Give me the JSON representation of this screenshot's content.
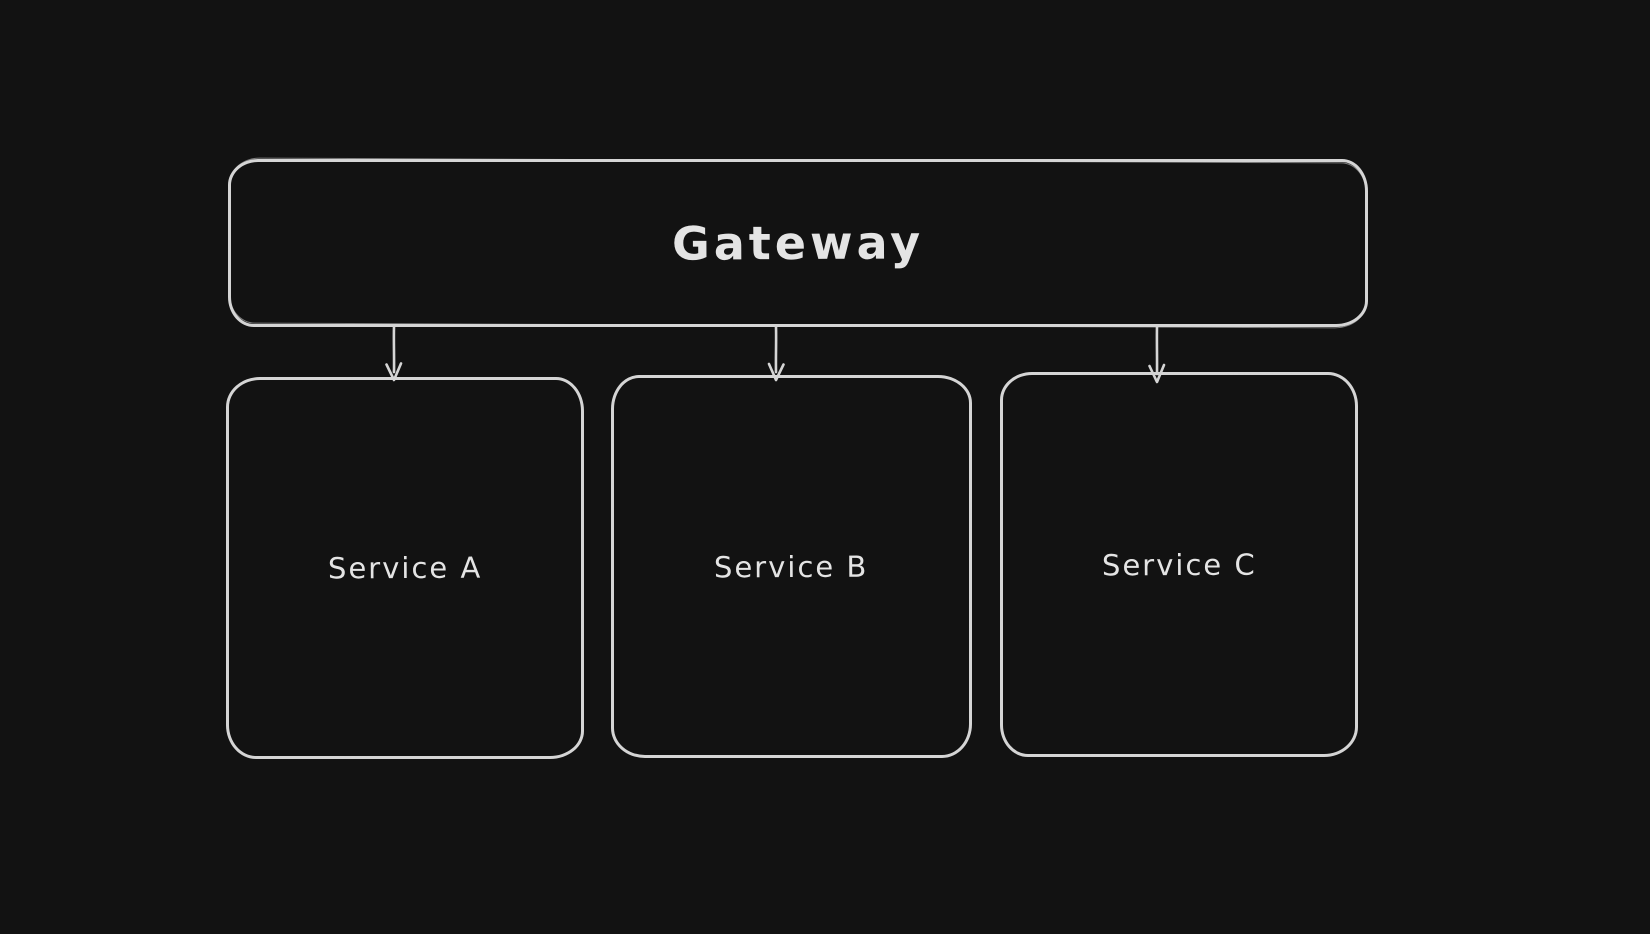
{
  "canvas": {
    "background_color": "#121212",
    "stroke_color": "#d5d5d5",
    "text_color": "#e4e4e4"
  },
  "diagram": {
    "type": "flowchart",
    "nodes": [
      {
        "id": "gateway",
        "label": "Gateway",
        "shape": "rounded-rectangle"
      },
      {
        "id": "service-a",
        "label": "Service A",
        "shape": "rounded-rectangle"
      },
      {
        "id": "service-b",
        "label": "Service B",
        "shape": "rounded-rectangle"
      },
      {
        "id": "service-c",
        "label": "Service C",
        "shape": "rounded-rectangle"
      }
    ],
    "edges": [
      {
        "from": "gateway",
        "to": "service-a",
        "style": "arrow-down"
      },
      {
        "from": "gateway",
        "to": "service-b",
        "style": "arrow-down"
      },
      {
        "from": "gateway",
        "to": "service-c",
        "style": "arrow-down"
      }
    ]
  }
}
